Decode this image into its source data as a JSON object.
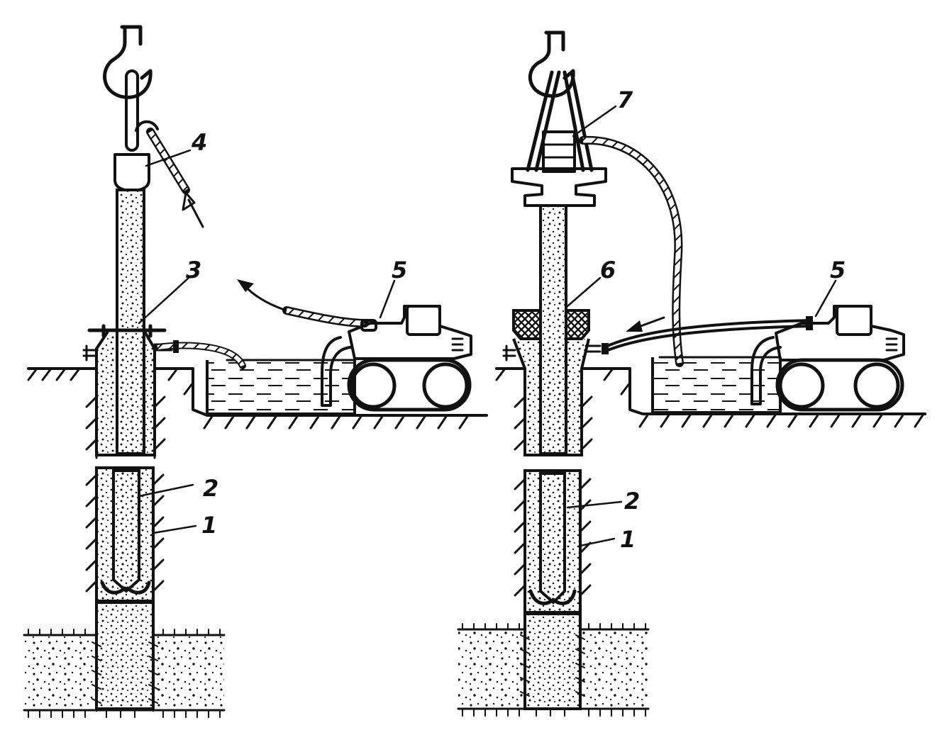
{
  "labels": {
    "left_casing": "1",
    "left_pile": "2",
    "left_collar": "3",
    "left_hose": "4",
    "left_pump": "5",
    "right_casing": "1",
    "right_pile": "2",
    "right_pump": "5",
    "right_packer": "6",
    "right_vibrator": "7"
  },
  "colors": {
    "ink": "#111111",
    "paper": "#ffffff"
  }
}
